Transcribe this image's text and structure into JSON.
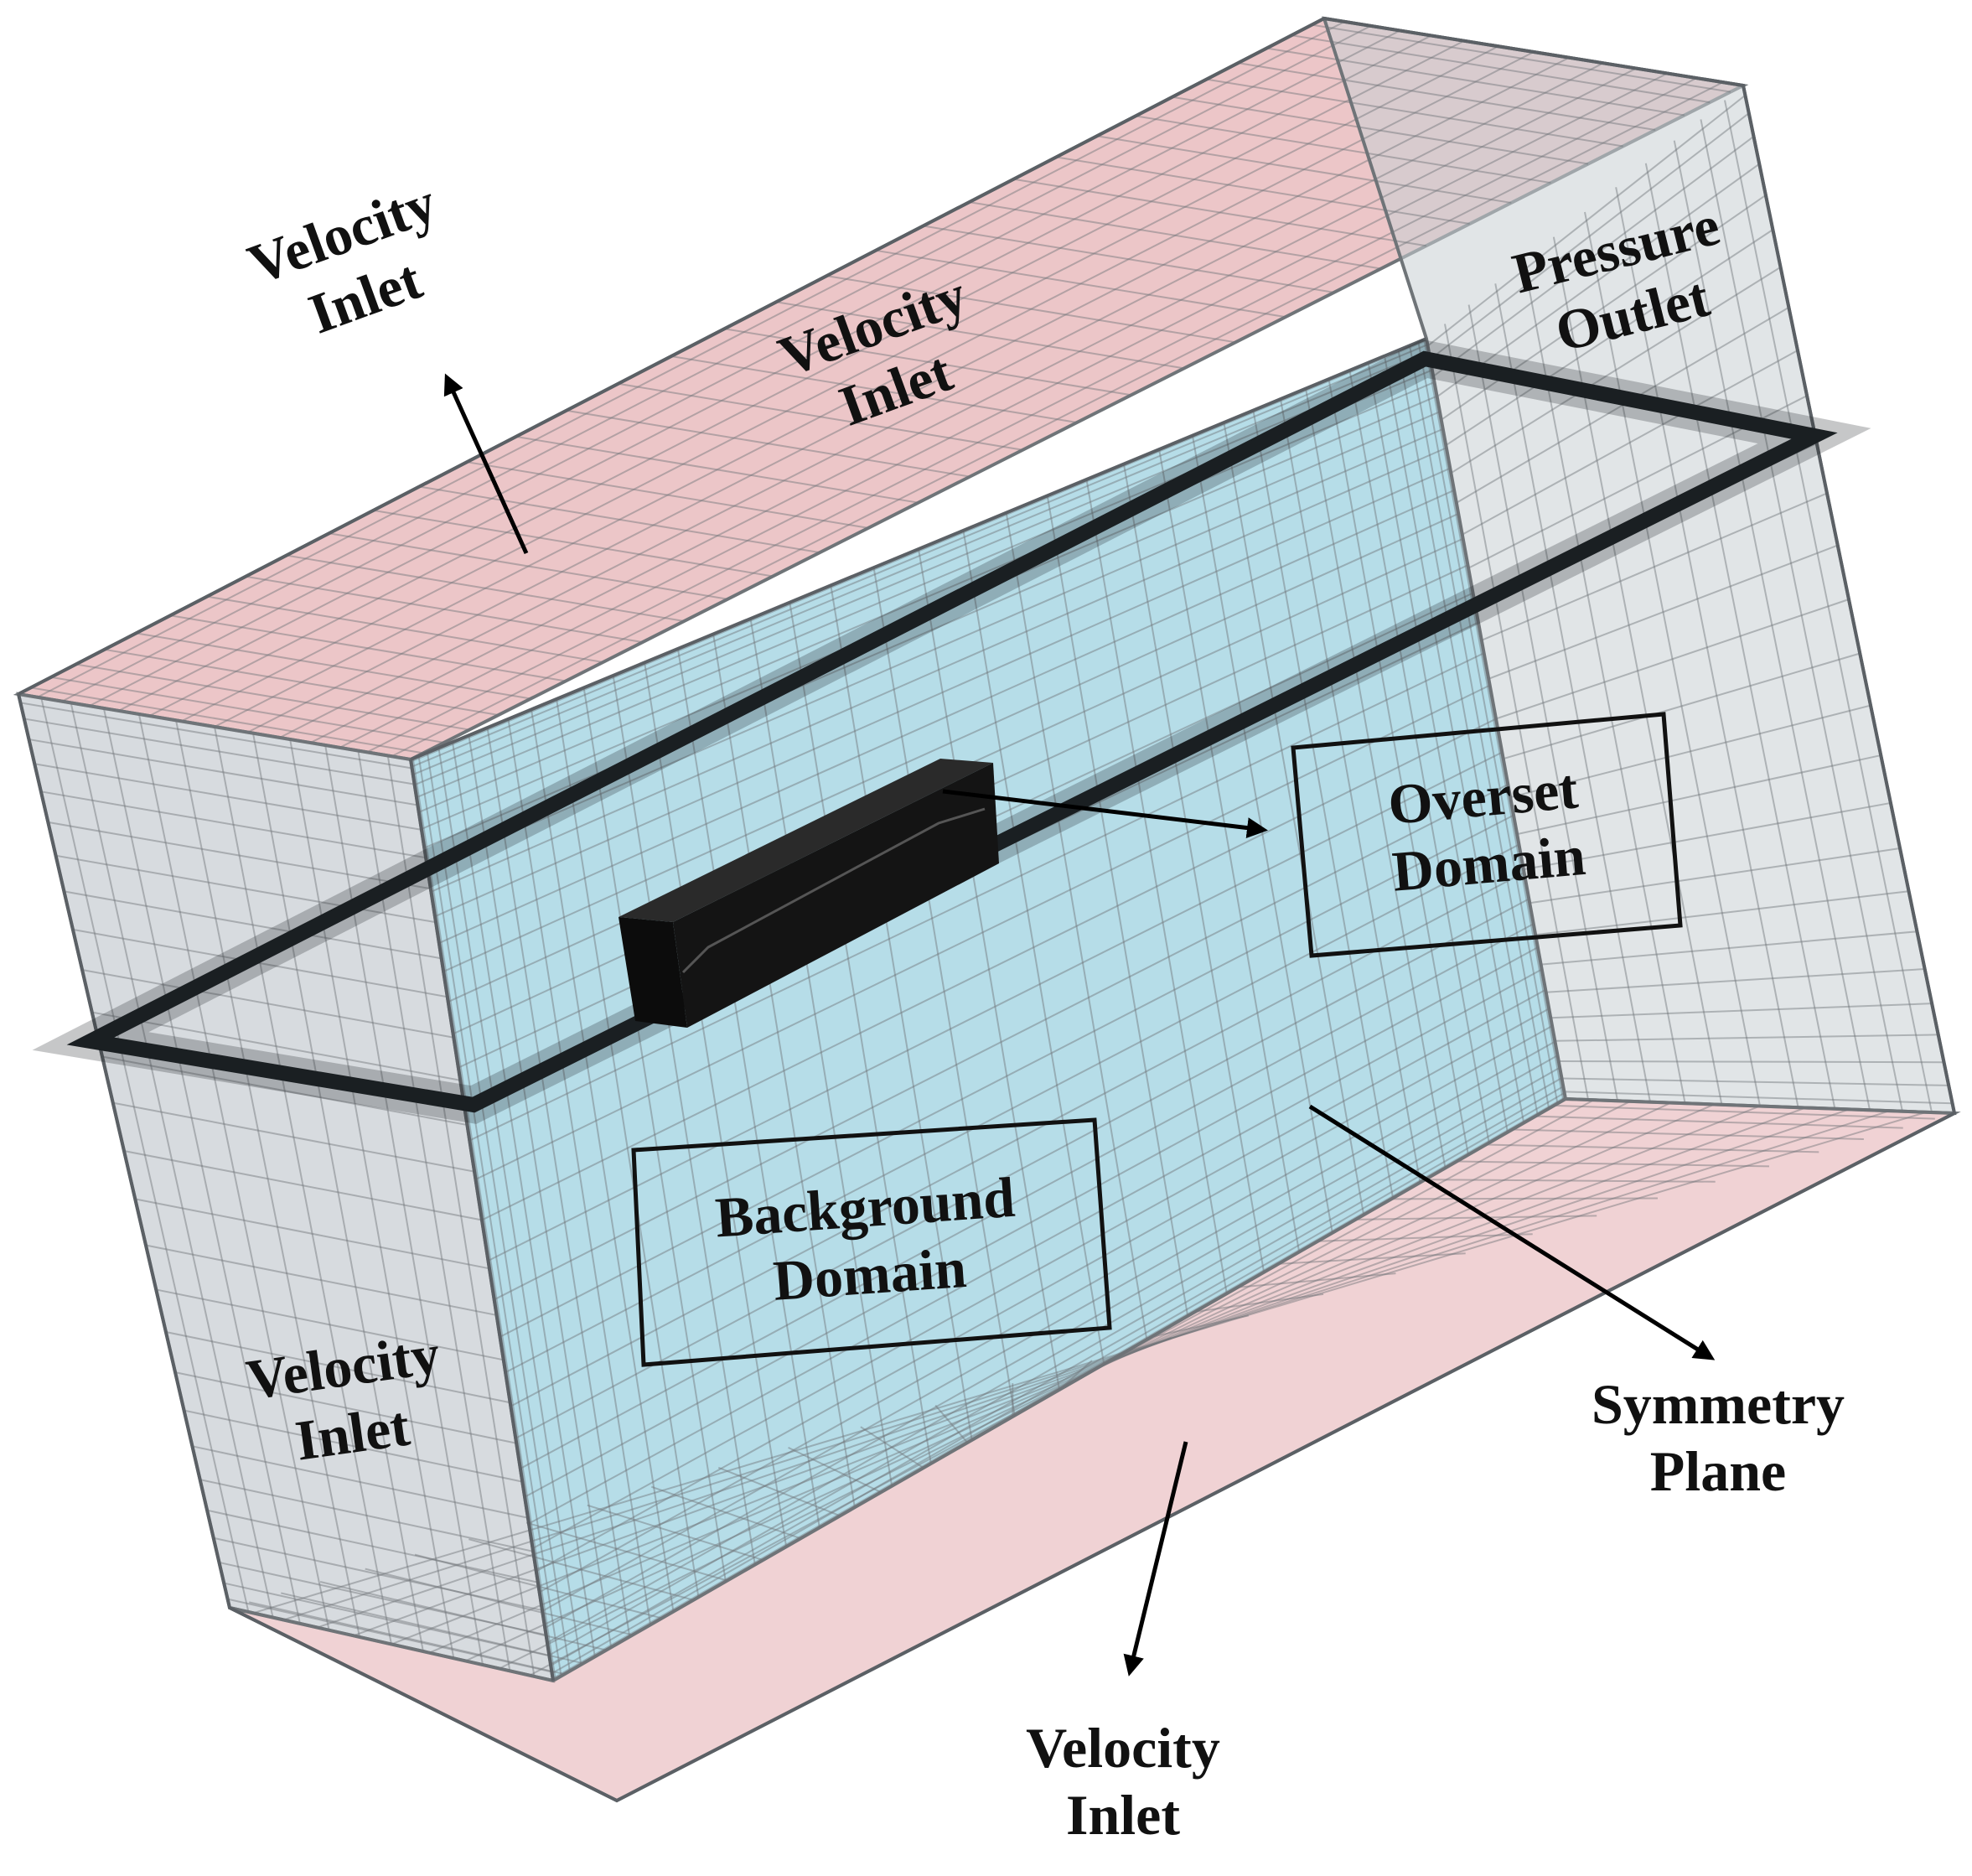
{
  "colors": {
    "face_pink": "#e7b6b9",
    "face_blue": "#b6dde8",
    "face_grey": "#c9cfd4",
    "mesh_line": "#6f7478",
    "dark_band": "#1a1f22",
    "hull": "#141414",
    "text": "#111111"
  },
  "labels": {
    "velocity_inlet_top_outside": [
      "Velocity",
      "Inlet"
    ],
    "velocity_inlet_top_face": [
      "Velocity",
      "Inlet"
    ],
    "pressure_outlet": [
      "Pressure",
      "Outlet"
    ],
    "overset_domain": [
      "Overset",
      "Domain"
    ],
    "background_domain": [
      "Background",
      "Domain"
    ],
    "velocity_inlet_left_face": [
      "Velocity",
      "Inlet"
    ],
    "symmetry_plane": [
      "Symmetry",
      "Plane"
    ],
    "velocity_inlet_bottom_outside": [
      "Velocity",
      "Inlet"
    ]
  }
}
